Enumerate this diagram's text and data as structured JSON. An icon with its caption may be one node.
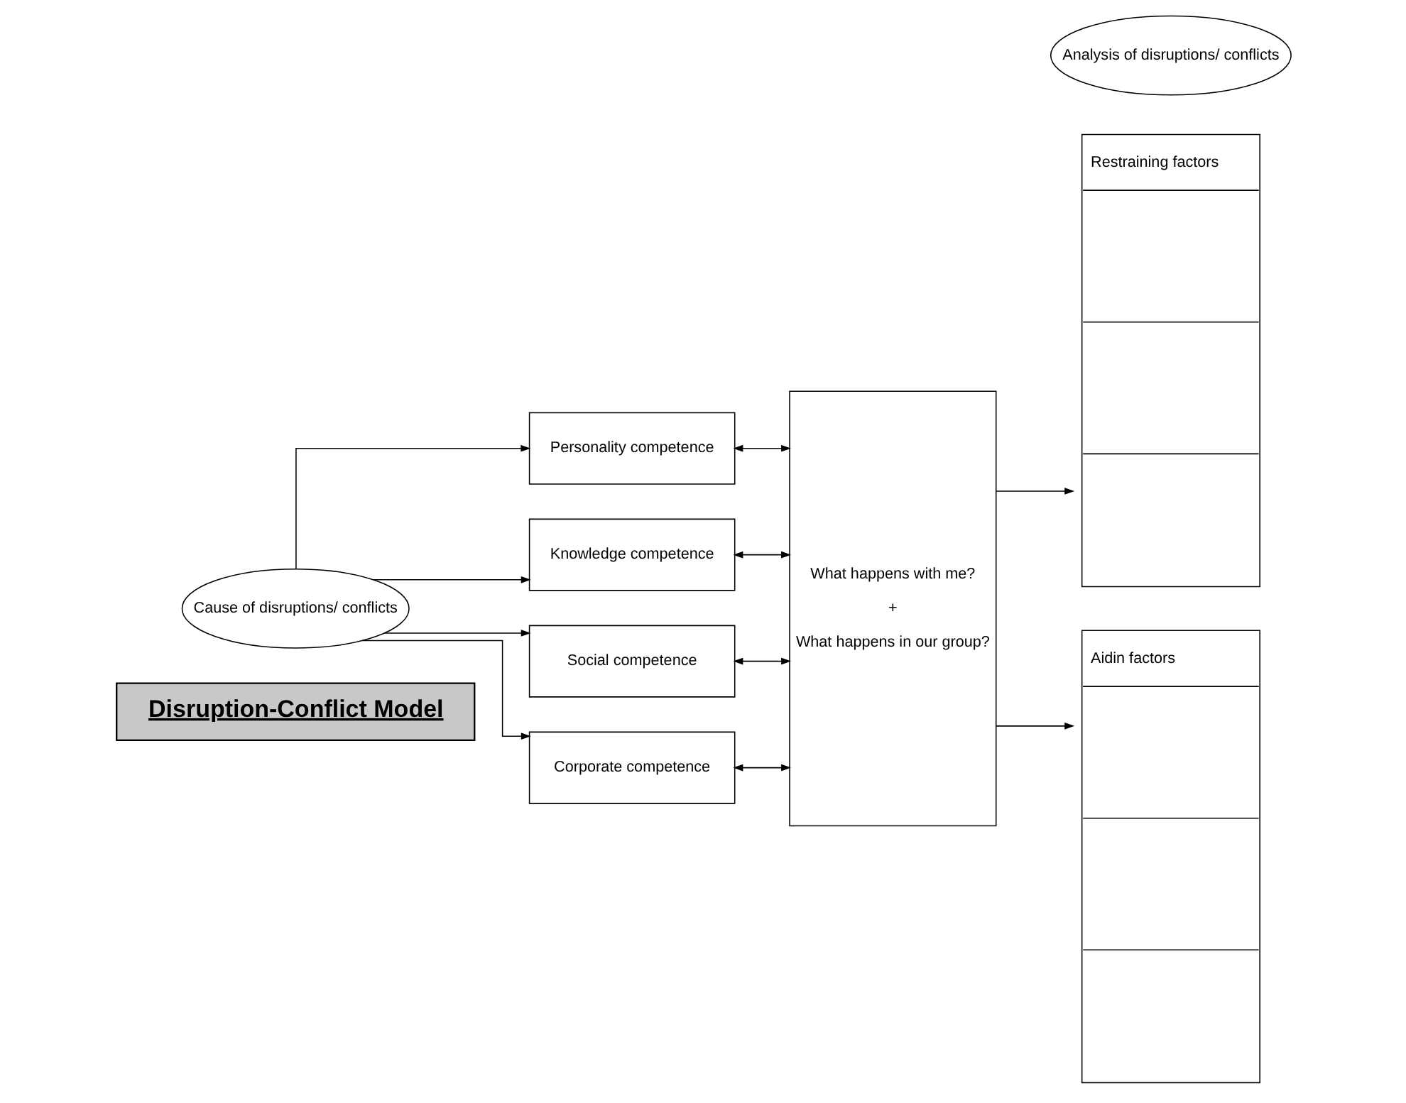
{
  "diagram": {
    "nodes": [
      {
        "text": [
          "Disruption-Conflict Model"
        ]
      },
      {
        "text": [
          "Cause of disruptions/ conflicts"
        ]
      },
      {
        "text": [
          "Analysis of disruptions/ conflicts"
        ]
      },
      {
        "text": [
          "Personality competence"
        ]
      },
      {
        "text": [
          "Knowledge competence"
        ]
      },
      {
        "text": [
          "Social competence"
        ]
      },
      {
        "text": [
          "Corporate competence"
        ]
      },
      {
        "text": [
          "What happens with me?",
          "+",
          "What happens in our group?"
        ]
      },
      {
        "text": [
          "Restraining factors"
        ]
      },
      {
        "text": [
          "Aidin factors"
        ]
      }
    ],
    "edges": [
      {
        "from": 1,
        "to": 3,
        "arrow": "to"
      },
      {
        "from": 1,
        "to": 4,
        "arrow": "to"
      },
      {
        "from": 1,
        "to": 5,
        "arrow": "to"
      },
      {
        "from": 1,
        "to": 6,
        "arrow": "to"
      },
      {
        "from": 3,
        "to": 7,
        "arrow": "both"
      },
      {
        "from": 4,
        "to": 7,
        "arrow": "both"
      },
      {
        "from": 5,
        "to": 7,
        "arrow": "both"
      },
      {
        "from": 6,
        "to": 7,
        "arrow": "both"
      },
      {
        "from": 7,
        "to": 8,
        "arrow": "to"
      },
      {
        "from": 7,
        "to": 9,
        "arrow": "to"
      }
    ]
  }
}
